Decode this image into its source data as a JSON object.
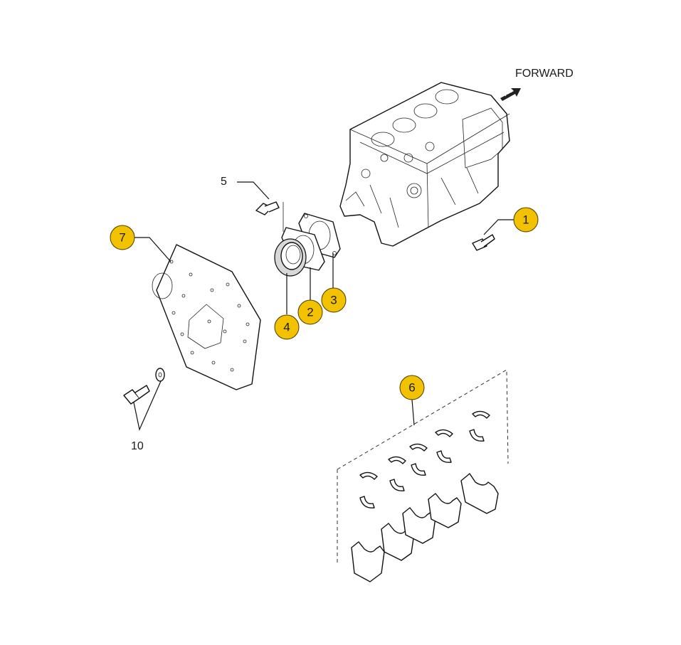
{
  "direction_label": "FORWARD",
  "callouts": {
    "c1": "1",
    "c2": "2",
    "c3": "3",
    "c4": "4",
    "c5": "5",
    "c6": "6",
    "c7": "7",
    "c10": "10"
  },
  "colors": {
    "callout_fill": "#f2c200",
    "line": "#111111",
    "background": "#ffffff"
  }
}
